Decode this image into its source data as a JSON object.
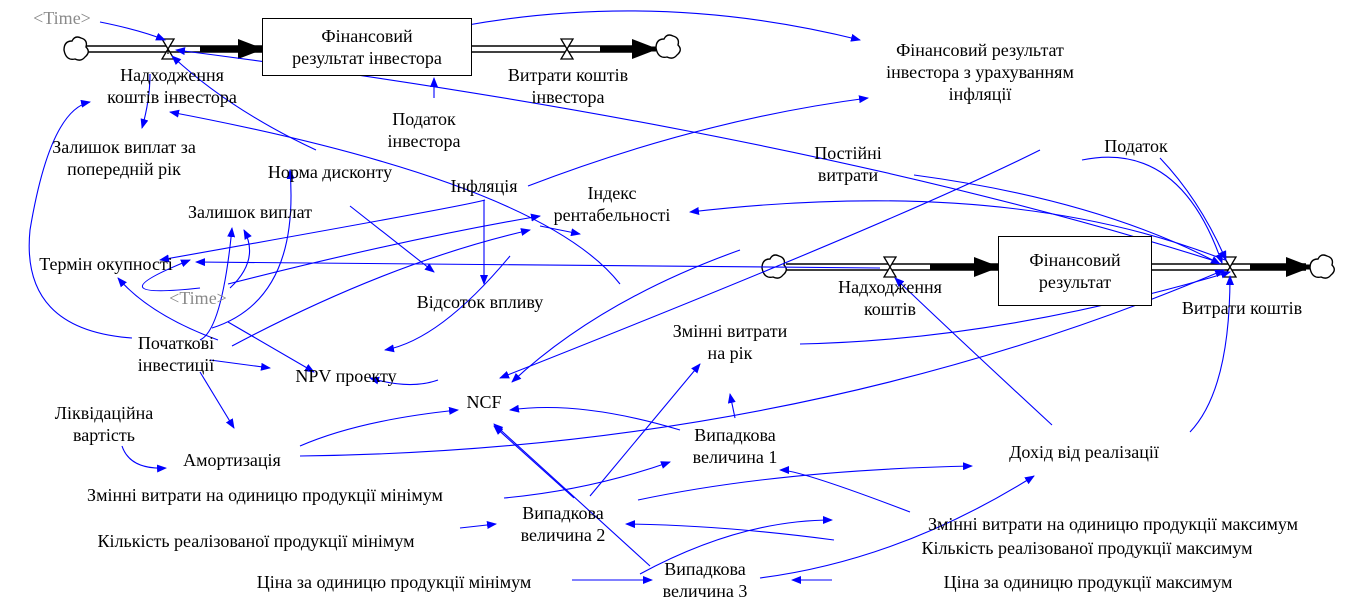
{
  "colors": {
    "link": "#0000ff",
    "flow": "#000000",
    "shadow_var": "#8a8a8a"
  },
  "stocks": {
    "fin_investor": "Фінансовий\nрезультат інвестора",
    "fin_result": "Фінансовий\nрезультат"
  },
  "variables": {
    "time_top": "<Time>",
    "time_mid": "<Time>",
    "inflow_investor": "Надходження\nкоштів інвестора",
    "outflow_investor": "Витрати коштів\nінвестора",
    "fin_with_inflation": "Фінансовий результат\nінвестора з урахуванням\nінфляції",
    "tax_investor": "Податок\nінвестора",
    "balance_prev": "Залишок виплат за\nпопередній рік",
    "discount_rate": "Норма дисконту",
    "fixed_costs": "Постійні\nвитрати",
    "tax": "Податок",
    "inflation": "Інфляція",
    "profitability_index": "Індекс\nрентабельності",
    "balance": "Залишок виплат",
    "payback": "Термін окупності",
    "impact_percent": "Відсоток впливу",
    "inflow": "Надходження\nкоштів",
    "outflow": "Витрати коштів",
    "variable_costs_year": "Змінні витрати\nна рік",
    "initial_investment": "Початкові\nінвестиції",
    "npv": "NPV проекту",
    "ncf": "NCF",
    "liquidation_value": "Ліквідаційна\nвартість",
    "depreciation": "Амортизація",
    "random1": "Випадкова\nвеличина 1",
    "revenue": "Дохід від реалізації",
    "var_cost_min": "Змінні витрати на одиницю продукції мінімум",
    "random2": "Випадкова\nвеличина 2",
    "var_cost_max": "Змінні витрати на одиницю продукції максимум",
    "qty_max": "Кількість реалізованої продукції максимум",
    "qty_min": "Кількість реалізованої продукції мінімум",
    "random3": "Випадкова\nвеличина 3",
    "price_min": "Ціна за одиницю продукції мінімум",
    "price_max": "Ціна за одиницю продукції максимум"
  }
}
